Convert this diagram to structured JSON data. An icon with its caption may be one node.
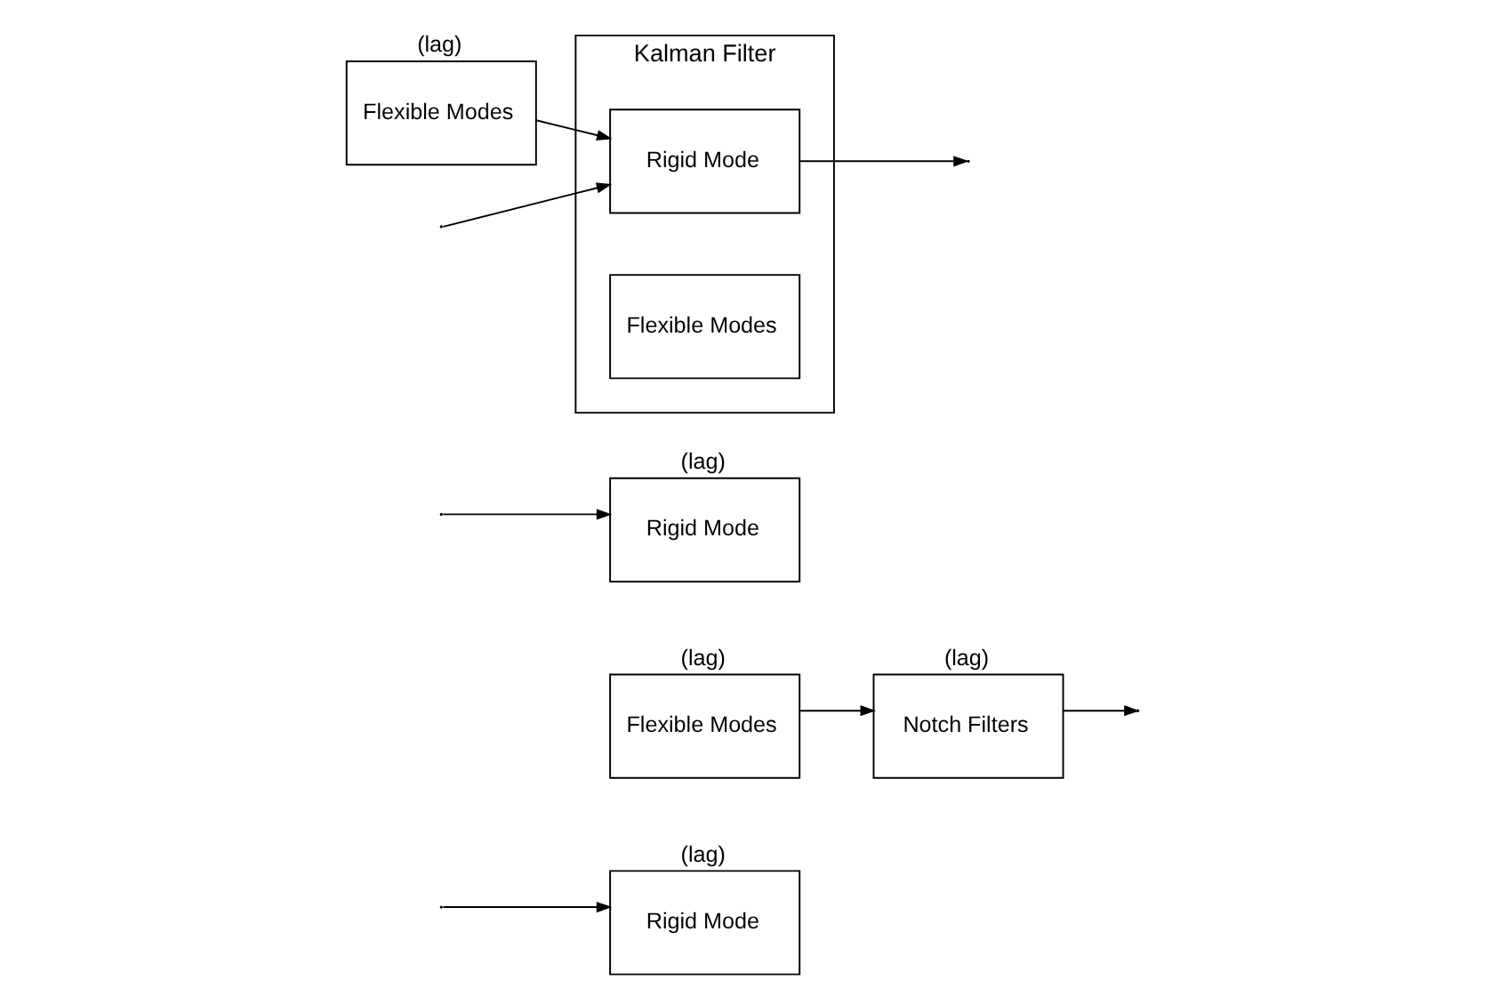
{
  "diagram": {
    "nodes": [
      {
        "text": [
          "Rigid Mode"
        ],
        "beside": [
          "(lag)"
        ]
      },
      {
        "text": [
          "Flexible Modes"
        ],
        "beside": [
          "(lag)"
        ]
      },
      {
        "text": [
          "Notch Filters"
        ],
        "beside": [
          "(lag)"
        ]
      },
      {
        "text": [
          "Rigid Mode"
        ],
        "beside": [
          "(lag)"
        ]
      },
      {
        "text": [
          "Flexible Modes"
        ],
        "beside": [
          "(lag)"
        ]
      },
      {
        "text": [
          "Kalman Filter"
        ]
      },
      {
        "text": [
          "Rigid Mode"
        ],
        "in": 5
      },
      {
        "text": [
          "Flexible Modes"
        ],
        "in": 5
      }
    ],
    "edges": [
      {
        "from": null,
        "to": 0,
        "arrow": "to"
      },
      {
        "from": 1,
        "to": 2,
        "arrow": "to"
      },
      {
        "from": 2,
        "to": null,
        "arrow": "to"
      },
      {
        "from": null,
        "to": 3,
        "arrow": "to"
      },
      {
        "from": 4,
        "to": 6,
        "arrow": "to"
      },
      {
        "from": null,
        "to": 6,
        "arrow": "to"
      },
      {
        "from": 6,
        "to": null,
        "arrow": "to"
      }
    ]
  }
}
